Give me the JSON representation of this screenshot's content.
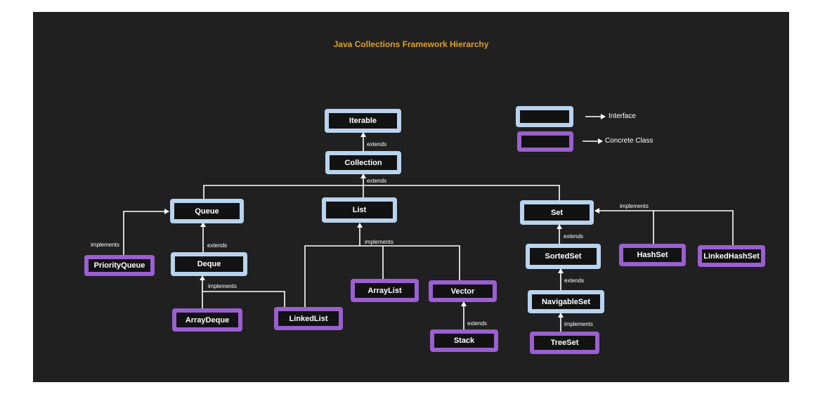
{
  "title": "Java Collections Framework Hierarchy",
  "colors": {
    "background": "#212020",
    "title": "#e0a020",
    "interface": "#b8d3ee",
    "concrete_class": "#9a5fd0",
    "arrow": "#ffffff"
  },
  "legend": {
    "interface": "Interface",
    "concrete_class": "Concrete Class"
  },
  "nodes": {
    "iterable": "Iterable",
    "collection": "Collection",
    "queue": "Queue",
    "list": "List",
    "set": "Set",
    "priorityqueue": "PriorityQueue",
    "deque": "Deque",
    "arraydeque": "ArrayDeque",
    "linkedlist": "LinkedList",
    "arraylist": "ArrayList",
    "vector": "Vector",
    "stack": "Stack",
    "sortedset": "SortedSet",
    "navigableset": "NavigableSet",
    "treeset": "TreeSet",
    "hashset": "HashSet",
    "linkedhashset": "LinkedHashSet"
  },
  "edge_labels": {
    "collection_iterable": "extends",
    "collection_children": "extends",
    "priorityqueue_queue": "implements",
    "deque_queue": "extends",
    "deque_impl": "implements",
    "list_impl": "implements",
    "stack_vector": "extends",
    "sortedset_set": "extends",
    "navigableset_sortedset": "extends",
    "treeset_navigableset": "implements",
    "set_impl": "implements"
  }
}
